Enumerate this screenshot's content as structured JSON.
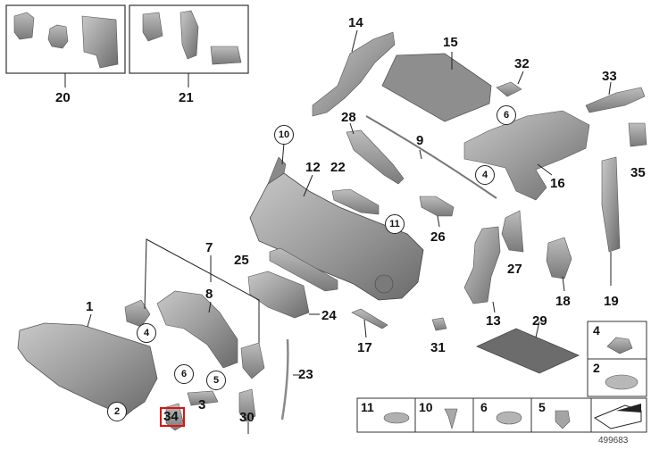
{
  "diagram": {
    "catalog_number": "499683",
    "highlighted_part": "34",
    "part_labels": [
      {
        "id": "p14",
        "text": "14"
      },
      {
        "id": "p15",
        "text": "15"
      },
      {
        "id": "p32",
        "text": "32"
      },
      {
        "id": "p33",
        "text": "33"
      },
      {
        "id": "p28",
        "text": "28"
      },
      {
        "id": "p9",
        "text": "9"
      },
      {
        "id": "p12",
        "text": "12"
      },
      {
        "id": "p22",
        "text": "22"
      },
      {
        "id": "p16",
        "text": "16"
      },
      {
        "id": "p35",
        "text": "35"
      },
      {
        "id": "p26",
        "text": "26"
      },
      {
        "id": "p7",
        "text": "7"
      },
      {
        "id": "p25",
        "text": "25"
      },
      {
        "id": "p8",
        "text": "8"
      },
      {
        "id": "p27",
        "text": "27"
      },
      {
        "id": "p18",
        "text": "18"
      },
      {
        "id": "p19",
        "text": "19"
      },
      {
        "id": "p13",
        "text": "13"
      },
      {
        "id": "p29",
        "text": "29"
      },
      {
        "id": "p24",
        "text": "24"
      },
      {
        "id": "p1",
        "text": "1"
      },
      {
        "id": "p17",
        "text": "17"
      },
      {
        "id": "p31",
        "text": "31"
      },
      {
        "id": "p23",
        "text": "23"
      },
      {
        "id": "p3",
        "text": "3"
      },
      {
        "id": "p30",
        "text": "30"
      },
      {
        "id": "p20",
        "text": "20"
      },
      {
        "id": "p21",
        "text": "21"
      },
      {
        "id": "p34",
        "text": "34"
      }
    ],
    "circled_refs": [
      {
        "id": "c10",
        "text": "10"
      },
      {
        "id": "c6a",
        "text": "6"
      },
      {
        "id": "c4a",
        "text": "4"
      },
      {
        "id": "c11",
        "text": "11"
      },
      {
        "id": "c4b",
        "text": "4"
      },
      {
        "id": "c5",
        "text": "5"
      },
      {
        "id": "c6b",
        "text": "6"
      },
      {
        "id": "c2",
        "text": "2"
      }
    ],
    "legend_right": [
      {
        "id": "l4",
        "text": "4"
      },
      {
        "id": "l2",
        "text": "2"
      }
    ],
    "legend_bottom": [
      {
        "id": "b11",
        "text": "11"
      },
      {
        "id": "b10",
        "text": "10"
      },
      {
        "id": "b6",
        "text": "6"
      },
      {
        "id": "b5",
        "text": "5"
      }
    ],
    "colors": {
      "part_fill": "#9a9a9a",
      "part_dark": "#6e6e6e",
      "part_light": "#c4c4c4",
      "line": "#222222",
      "highlight": "#e01010"
    }
  }
}
